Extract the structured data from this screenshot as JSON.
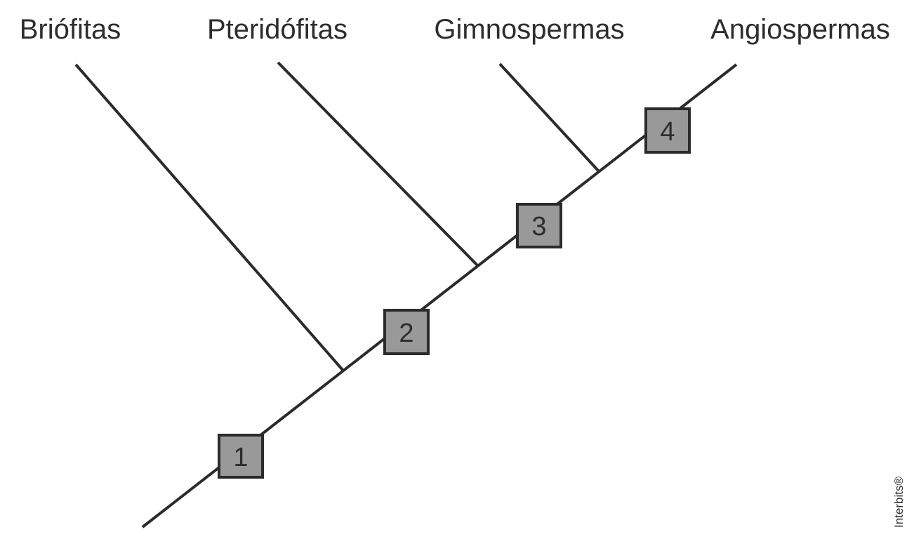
{
  "taxa": [
    {
      "id": "briofitas",
      "label": "Briófitas"
    },
    {
      "id": "pteridofitas",
      "label": "Pteridófitas"
    },
    {
      "id": "gimnospermas",
      "label": "Gimnospermas"
    },
    {
      "id": "angiospermas",
      "label": "Angiospermas"
    }
  ],
  "nodes": [
    {
      "id": "node1",
      "label": "1"
    },
    {
      "id": "node2",
      "label": "2"
    },
    {
      "id": "node3",
      "label": "3"
    },
    {
      "id": "node4",
      "label": "4"
    }
  ],
  "watermark": "Interbits®",
  "colors": {
    "line": "#2b2b2b",
    "node_fill": "#999999",
    "text": "#2d2d2d",
    "background": "#ffffff"
  }
}
